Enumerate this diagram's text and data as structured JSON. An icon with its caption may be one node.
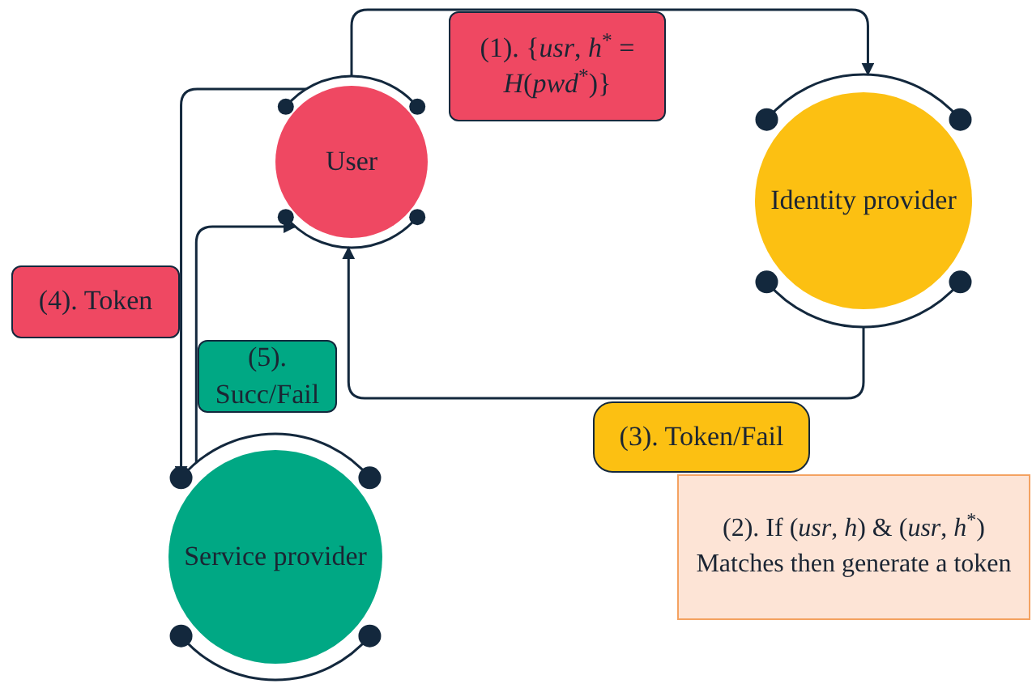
{
  "diagram": {
    "nodes": [
      {
        "text": [
          "User"
        ]
      },
      {
        "text": [
          "Identity provider"
        ]
      },
      {
        "text": [
          "Service provider"
        ]
      },
      {
        "text": [
          "(2). If (*usr*, *h*) & (*usr*, *h*$^{*}$) Matches then generate a token"
        ]
      }
    ],
    "edges": [
      {
        "from": 0,
        "to": 1,
        "arrow": "to",
        "label": "(1). {*usr*, *h*$^{*}$ = *H*(*pwd*$^{*}$)}"
      },
      {
        "from": 1,
        "to": 0,
        "arrow": "to",
        "label": "(3). Token/Fail"
      },
      {
        "from": 0,
        "to": 2,
        "arrow": "to",
        "label": "(4). Token"
      },
      {
        "from": 2,
        "to": 0,
        "arrow": "to",
        "label": "(5). Succ/Fail"
      }
    ]
  }
}
